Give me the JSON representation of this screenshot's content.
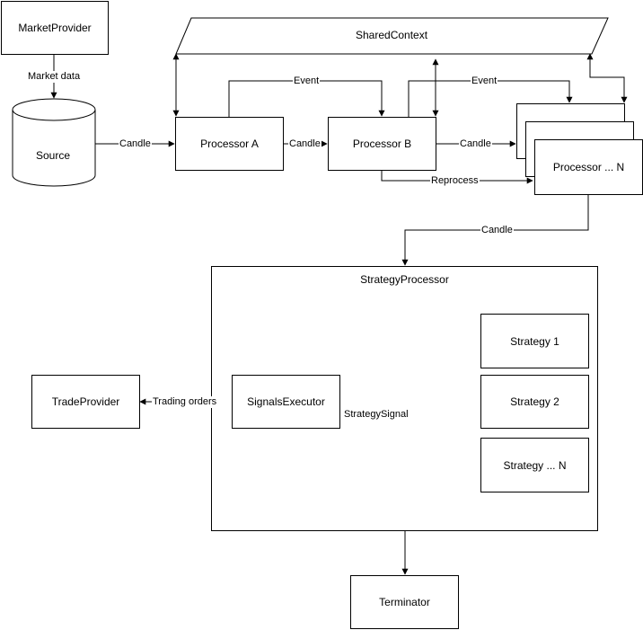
{
  "nodes": {
    "market_provider": "MarketProvider",
    "source": "Source",
    "shared_context": "SharedContext",
    "processor_a": "Processor A",
    "processor_b": "Processor B",
    "processor_n": "Processor ... N",
    "strategy_processor": "StrategyProcessor",
    "strategy_1": "Strategy 1",
    "strategy_2": "Strategy 2",
    "strategy_n": "Strategy ... N",
    "signals_executor": "SignalsExecutor",
    "trade_provider": "TradeProvider",
    "terminator": "Terminator"
  },
  "edges": {
    "market_data": "Market data",
    "candle_source_a": "Candle",
    "candle_a_b": "Candle",
    "candle_b_n": "Candle",
    "event_a_b": "Event",
    "event_b_n": "Event",
    "reprocess": "Reprocess",
    "candle_n_strategy": "Candle",
    "strategy_signal": "StrategySignal",
    "trading_orders": "Trading orders"
  }
}
